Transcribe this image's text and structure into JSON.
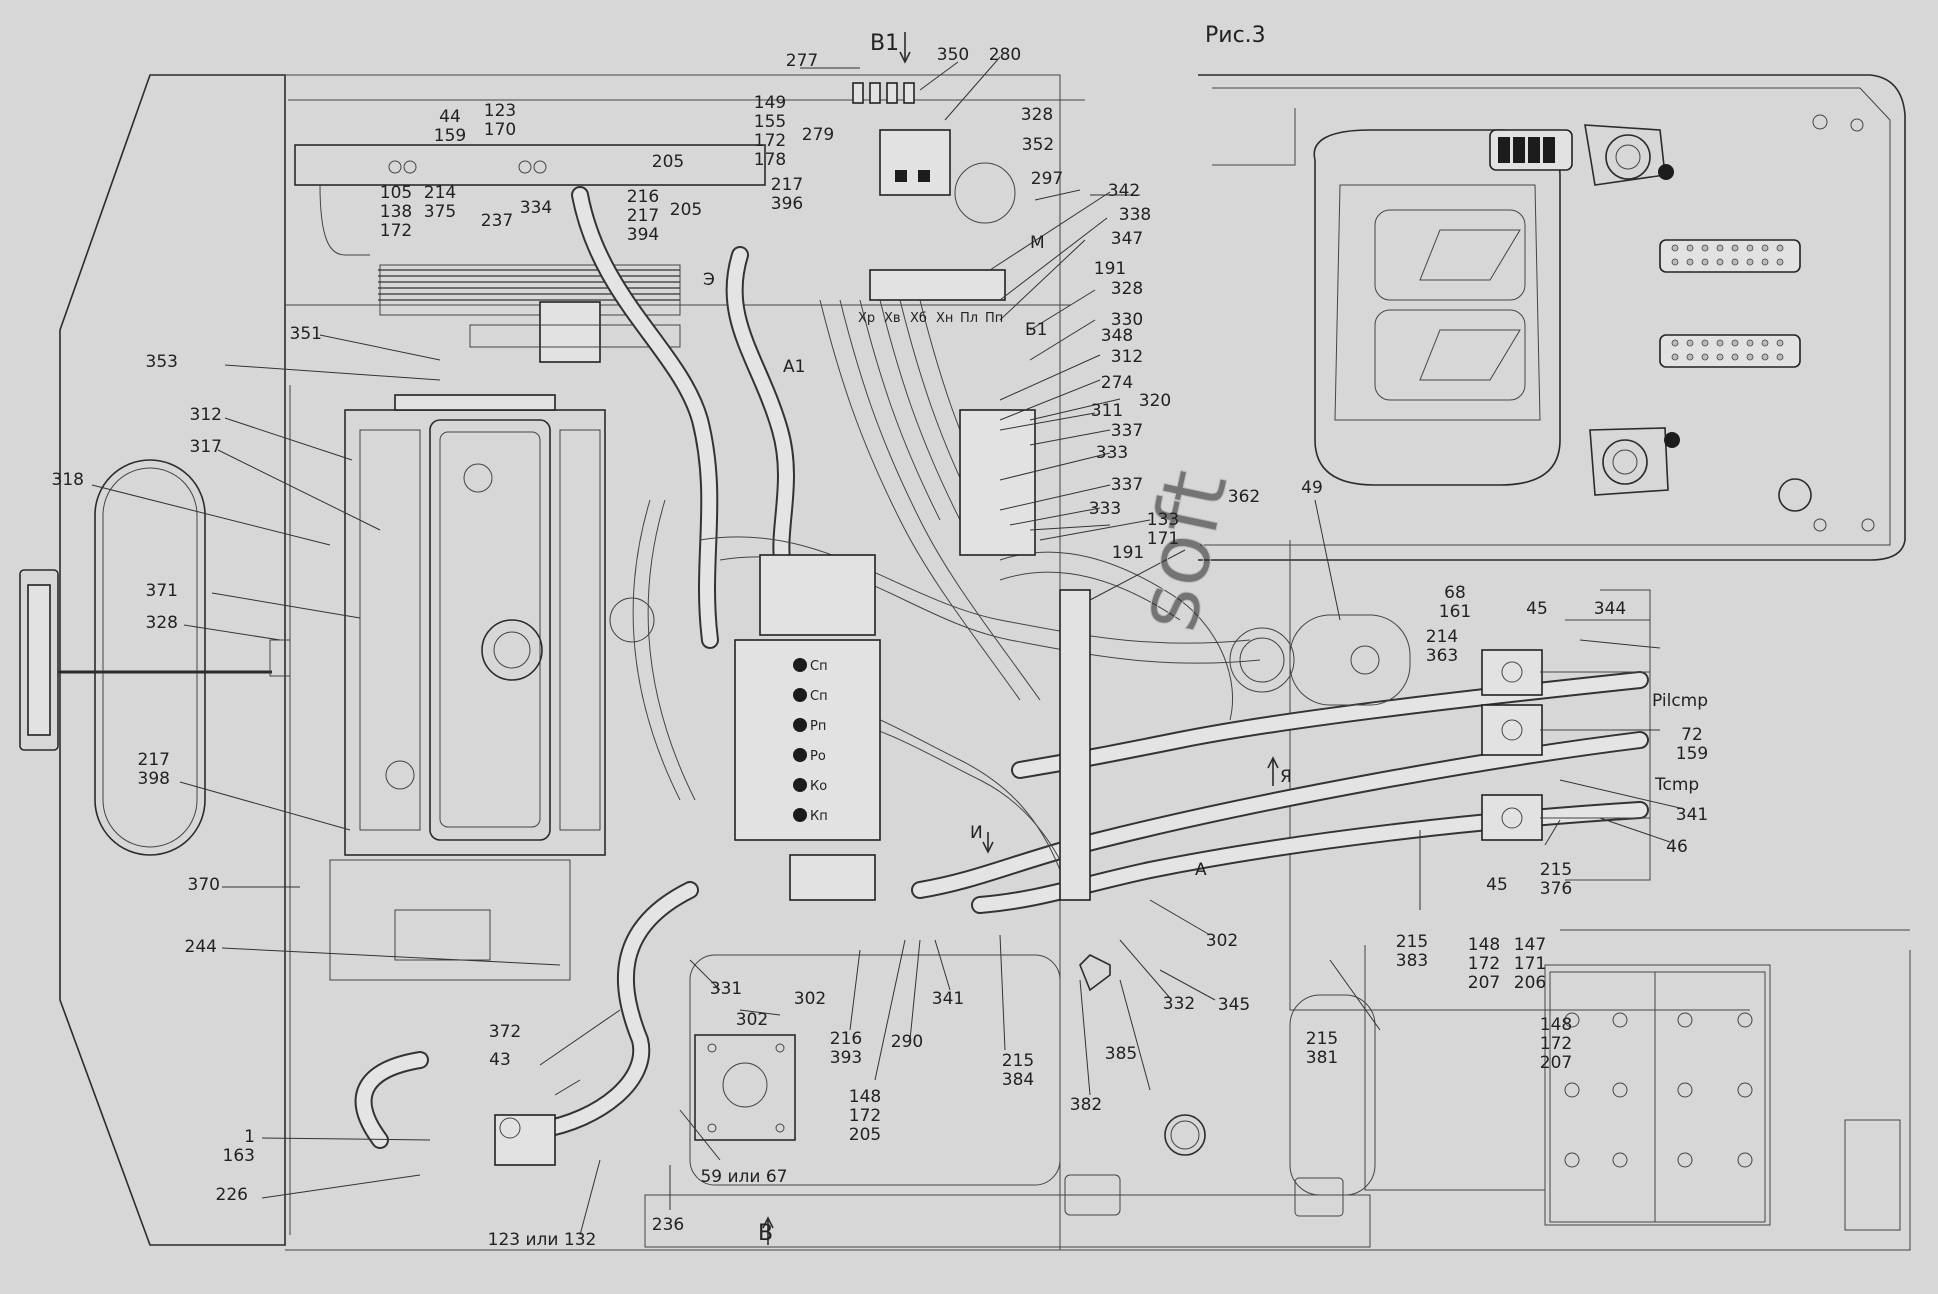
{
  "title": "Рис.3",
  "view_marks": {
    "b1_top": "В1",
    "b_bottom": "В",
    "a": "А",
    "a1": "А1",
    "b1_side": "Б1",
    "m": "М",
    "e": "Э",
    "i": "И",
    "ya": "Я"
  },
  "port_letters": [
    "Хр",
    "Хв",
    "Хб",
    "Хн",
    "Пл",
    "Пп"
  ],
  "valve_letters": [
    "Сп",
    "Сп",
    "Рп",
    "Ро",
    "Ко",
    "Кп"
  ],
  "pump_labels": {
    "pilot": "Pilcmp",
    "tank": "Tcmp"
  },
  "watermark": "soft",
  "callouts_left": [
    {
      "id": "c353",
      "lines": [
        "353"
      ]
    },
    {
      "id": "c312a",
      "lines": [
        "312"
      ]
    },
    {
      "id": "c317",
      "lines": [
        "317"
      ]
    },
    {
      "id": "c318",
      "lines": [
        "318"
      ]
    },
    {
      "id": "c371",
      "lines": [
        "371"
      ]
    },
    {
      "id": "c328a",
      "lines": [
        "328"
      ]
    },
    {
      "id": "c217a",
      "lines": [
        "217",
        "398"
      ]
    },
    {
      "id": "c370",
      "lines": [
        "370"
      ]
    },
    {
      "id": "c244",
      "lines": [
        "244"
      ]
    },
    {
      "id": "c1",
      "lines": [
        "1",
        "163"
      ]
    },
    {
      "id": "c226",
      "lines": [
        "226"
      ]
    },
    {
      "id": "c351",
      "lines": [
        "351"
      ]
    }
  ],
  "callouts_top": [
    {
      "id": "c277",
      "lines": [
        "277"
      ]
    },
    {
      "id": "c350",
      "lines": [
        "350"
      ]
    },
    {
      "id": "c280",
      "lines": [
        "280"
      ]
    },
    {
      "id": "c279",
      "lines": [
        "279"
      ]
    },
    {
      "id": "c328b",
      "lines": [
        "328"
      ]
    },
    {
      "id": "c352",
      "lines": [
        "352"
      ]
    },
    {
      "id": "c297",
      "lines": [
        "297"
      ]
    },
    {
      "id": "c149",
      "lines": [
        "149",
        "155",
        "172",
        "178"
      ]
    },
    {
      "id": "c44",
      "lines": [
        "44",
        "159"
      ]
    },
    {
      "id": "c123",
      "lines": [
        "123",
        "170"
      ]
    },
    {
      "id": "c105",
      "lines": [
        "105",
        "138",
        "172"
      ]
    },
    {
      "id": "c214a",
      "lines": [
        "214",
        "375"
      ]
    },
    {
      "id": "c237",
      "lines": [
        "237"
      ]
    },
    {
      "id": "c334",
      "lines": [
        "334"
      ]
    },
    {
      "id": "c205a",
      "lines": [
        "205"
      ]
    },
    {
      "id": "c216a",
      "lines": [
        "216",
        "217",
        "394"
      ]
    },
    {
      "id": "c205b",
      "lines": [
        "205"
      ]
    },
    {
      "id": "c217b",
      "lines": [
        "217",
        "396"
      ]
    }
  ],
  "callouts_right_stack": [
    {
      "id": "c342",
      "lines": [
        "342"
      ]
    },
    {
      "id": "c338",
      "lines": [
        "338"
      ]
    },
    {
      "id": "c347",
      "lines": [
        "347"
      ]
    },
    {
      "id": "c191a",
      "lines": [
        "191"
      ]
    },
    {
      "id": "c328c",
      "lines": [
        "328"
      ]
    },
    {
      "id": "c330",
      "lines": [
        "330"
      ]
    },
    {
      "id": "c348",
      "lines": [
        "348"
      ]
    },
    {
      "id": "c312b",
      "lines": [
        "312"
      ]
    },
    {
      "id": "c274",
      "lines": [
        "274"
      ]
    },
    {
      "id": "c320",
      "lines": [
        "320"
      ]
    },
    {
      "id": "c311",
      "lines": [
        "311"
      ]
    },
    {
      "id": "c337a",
      "lines": [
        "337"
      ]
    },
    {
      "id": "c333a",
      "lines": [
        "333"
      ]
    },
    {
      "id": "c337b",
      "lines": [
        "337"
      ]
    },
    {
      "id": "c333b",
      "lines": [
        "333"
      ]
    },
    {
      "id": "c133",
      "lines": [
        "133",
        "171"
      ]
    },
    {
      "id": "c191b",
      "lines": [
        "191"
      ]
    }
  ],
  "callouts_mid": [
    {
      "id": "c362",
      "lines": [
        "362"
      ]
    },
    {
      "id": "c49",
      "lines": [
        "49"
      ]
    },
    {
      "id": "c68",
      "lines": [
        "68",
        "161"
      ]
    },
    {
      "id": "c45a",
      "lines": [
        "45"
      ]
    },
    {
      "id": "c344",
      "lines": [
        "344"
      ]
    },
    {
      "id": "c214b",
      "lines": [
        "214",
        "363"
      ]
    },
    {
      "id": "c72",
      "lines": [
        "72",
        "159"
      ]
    },
    {
      "id": "c341a",
      "lines": [
        "341"
      ]
    },
    {
      "id": "c46",
      "lines": [
        "46"
      ]
    },
    {
      "id": "c45b",
      "lines": [
        "45"
      ]
    },
    {
      "id": "c215a",
      "lines": [
        "215",
        "376"
      ]
    },
    {
      "id": "c215b",
      "lines": [
        "215",
        "383"
      ]
    },
    {
      "id": "c148a",
      "lines": [
        "148",
        "172",
        "207"
      ]
    },
    {
      "id": "c147",
      "lines": [
        "147",
        "171",
        "206"
      ]
    },
    {
      "id": "c148b",
      "lines": [
        "148",
        "172",
        "207"
      ]
    },
    {
      "id": "c215c",
      "lines": [
        "215",
        "381"
      ]
    },
    {
      "id": "c302a",
      "lines": [
        "302"
      ]
    }
  ],
  "callouts_bottom": [
    {
      "id": "c331",
      "lines": [
        "331"
      ]
    },
    {
      "id": "c302b",
      "lines": [
        "302"
      ]
    },
    {
      "id": "c302c",
      "lines": [
        "302"
      ]
    },
    {
      "id": "c372",
      "lines": [
        "372"
      ]
    },
    {
      "id": "c43",
      "lines": [
        "43"
      ]
    },
    {
      "id": "c216b",
      "lines": [
        "216",
        "393"
      ]
    },
    {
      "id": "c290",
      "lines": [
        "290"
      ]
    },
    {
      "id": "c341b",
      "lines": [
        "341"
      ]
    },
    {
      "id": "c148c",
      "lines": [
        "148",
        "172",
        "205"
      ]
    },
    {
      "id": "c215d",
      "lines": [
        "215",
        "384"
      ]
    },
    {
      "id": "c382",
      "lines": [
        "382"
      ]
    },
    {
      "id": "c385",
      "lines": [
        "385"
      ]
    },
    {
      "id": "c332",
      "lines": [
        "332"
      ]
    },
    {
      "id": "c345",
      "lines": [
        "345"
      ]
    },
    {
      "id": "c59",
      "lines": [
        "59 или 67"
      ]
    },
    {
      "id": "c236",
      "lines": [
        "236"
      ]
    },
    {
      "id": "c123b",
      "lines": [
        "123 или 132"
      ]
    }
  ]
}
